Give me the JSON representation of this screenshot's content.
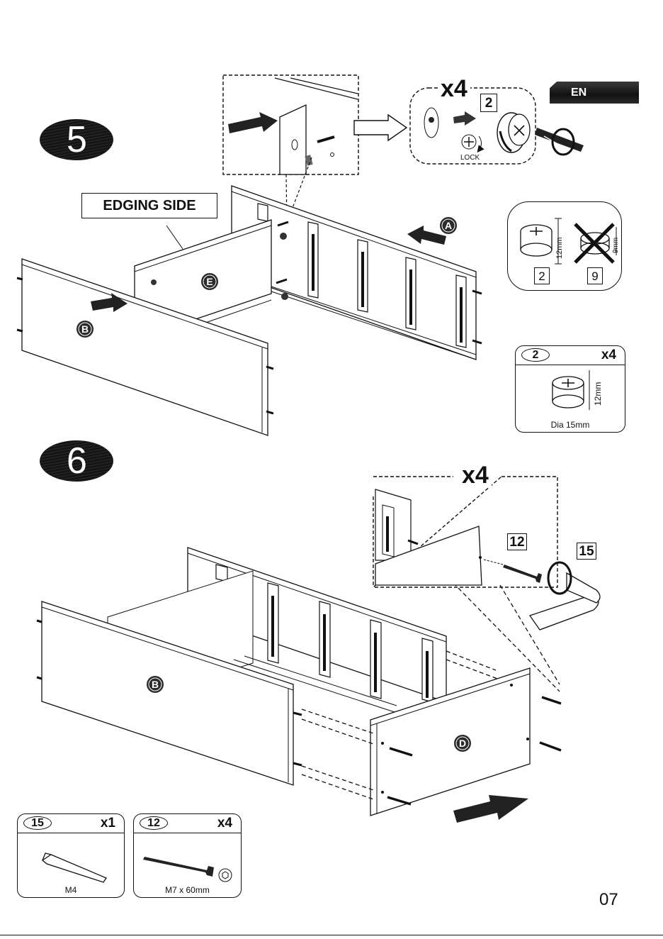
{
  "language_tab": "EN",
  "page_number": "07",
  "step5": {
    "number": "5",
    "edging_label": "EDGING SIDE",
    "quantity": "x4",
    "cam_part": "2",
    "lock_label": "LOCK",
    "parts": {
      "a": "A",
      "b": "B",
      "e": "E"
    },
    "compare": {
      "good_size": "12mm",
      "bad_size": "9mm",
      "good_part": "2",
      "bad_part": "9"
    },
    "card": {
      "part": "2",
      "qty": "x4",
      "size": "12mm",
      "spec": "Dia 15mm"
    }
  },
  "step6": {
    "number": "6",
    "quantity": "x4",
    "screw_part": "12",
    "key_part": "15",
    "parts": {
      "b": "B",
      "d": "D"
    },
    "cards": [
      {
        "part": "15",
        "qty": "x1",
        "spec": "M4"
      },
      {
        "part": "12",
        "qty": "x4",
        "spec": "M7 x 60mm"
      }
    ]
  }
}
